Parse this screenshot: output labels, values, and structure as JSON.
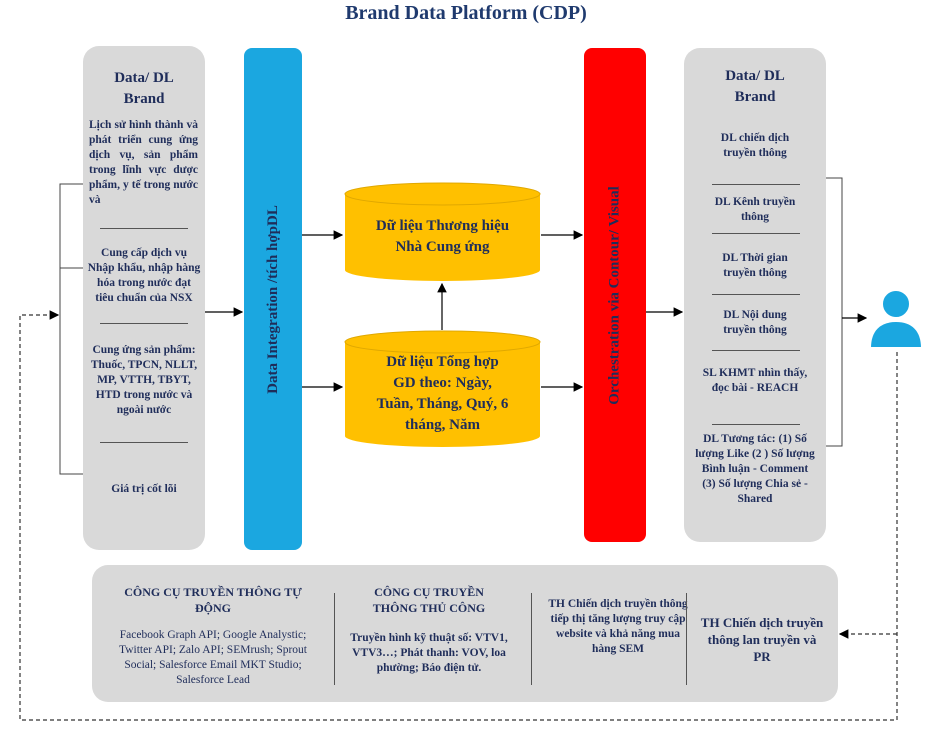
{
  "title": "Brand Data Platform (CDP)",
  "left_panel": {
    "title_line1": "Data/ DL",
    "title_line2": "Brand",
    "items": [
      "Lịch sử hình thành và phát triển cung ứng dịch vụ, sản phẩm trong lĩnh vực dược phẩm, y tế trong nước và",
      "Cung cấp dịch vụ Nhập khẩu, nhập hàng hóa trong nước đạt tiêu chuẩn của NSX",
      "Cung ứng sản phẩm: Thuốc, TPCN, NLLT, MP, VTTH, TBYT, HTD trong nước và ngoài nước",
      "Giá trị cốt lõi"
    ]
  },
  "integration_bar": {
    "label": "Data Integration /tích hợpDL",
    "color": "#1ba7e0"
  },
  "orchestration_bar": {
    "label": "Orchestration via Contour/ Visual",
    "color": "#ff0000"
  },
  "cylinders": {
    "top": {
      "lines": [
        "Dữ liệu Thương hiệu",
        "Nhà Cung ứng"
      ],
      "color": "#ffc000"
    },
    "bottom": {
      "lines": [
        "Dữ liệu Tổng hợp",
        "GD theo: Ngày,",
        "Tuần, Tháng, Quý, 6",
        "tháng, Năm"
      ],
      "color": "#ffc000"
    }
  },
  "right_panel": {
    "title_line1": "Data/ DL",
    "title_line2": "Brand",
    "items": [
      "DL chiến dịch truyền thông",
      "DL Kênh truyền thông",
      "DL Thời gian truyền thông",
      "DL Nội dung truyền thông",
      "SL KHMT nhìn thấy, đọc bài - REACH",
      "DL Tương tác: (1) Số lượng Like (2 ) Số lượng Bình luận - Comment (3) Số lượng Chia sẻ - Shared"
    ]
  },
  "user_icon": {
    "name": "user-icon",
    "color": "#1ba7e0"
  },
  "bottom_panel": {
    "col1": {
      "title": "CÔNG CỤ TRUYỀN THÔNG TỰ ĐỘNG",
      "text": "Facebook Graph API; Google Analystic; Twitter API; Zalo API; SEMrush; Sprout Social; Salesforce Email MKT Studio; Salesforce Lead"
    },
    "col2": {
      "title": "CÔNG CỤ TRUYỀN THÔNG THỦ CÔNG",
      "text": "Truyền hình kỹ thuật số: VTV1, VTV3…; Phát thanh: VOV, loa phường; Báo điện tử."
    },
    "col3": {
      "text": "TH Chiến dịch truyền thông tiếp thị tăng lượng truy cập website và khả năng mua hàng SEM"
    },
    "col4": {
      "text": "TH Chiến dịch truyền thông lan truyền và PR"
    }
  }
}
